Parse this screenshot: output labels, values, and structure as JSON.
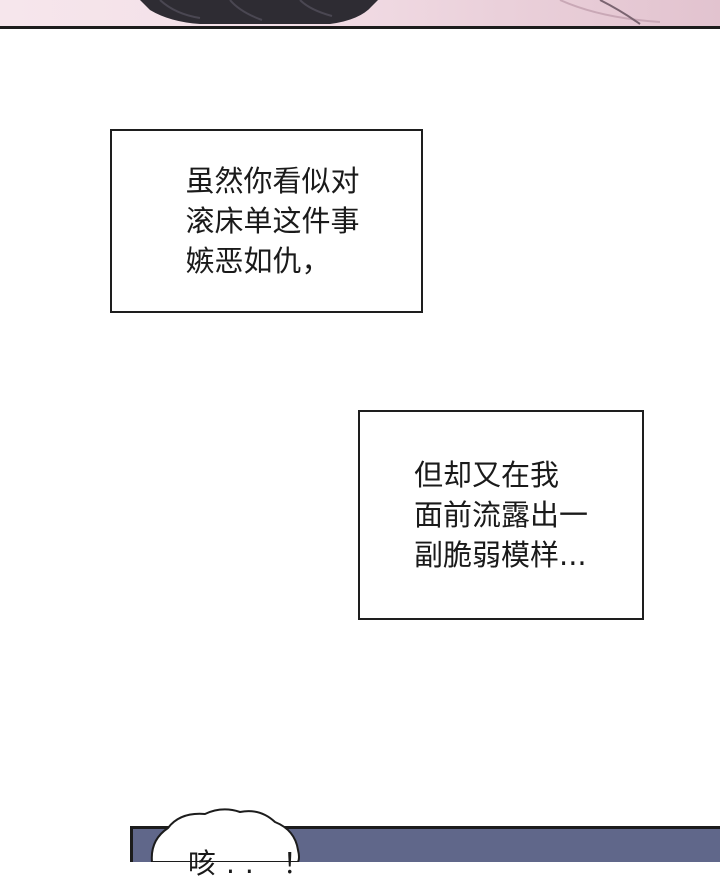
{
  "captions": {
    "box1": "虽然你看似对\n滚床单这件事\n嫉恶如仇，",
    "box2": "但却又在我\n面前流露出一\n副脆弱模样..."
  },
  "bubble": {
    "text": "咳.. ！"
  },
  "colors": {
    "top_panel_bg": "#f3dfe7",
    "hair": "#2e2c33",
    "bottom_panel_bg": "#60678a",
    "border": "#1e1e1e"
  }
}
